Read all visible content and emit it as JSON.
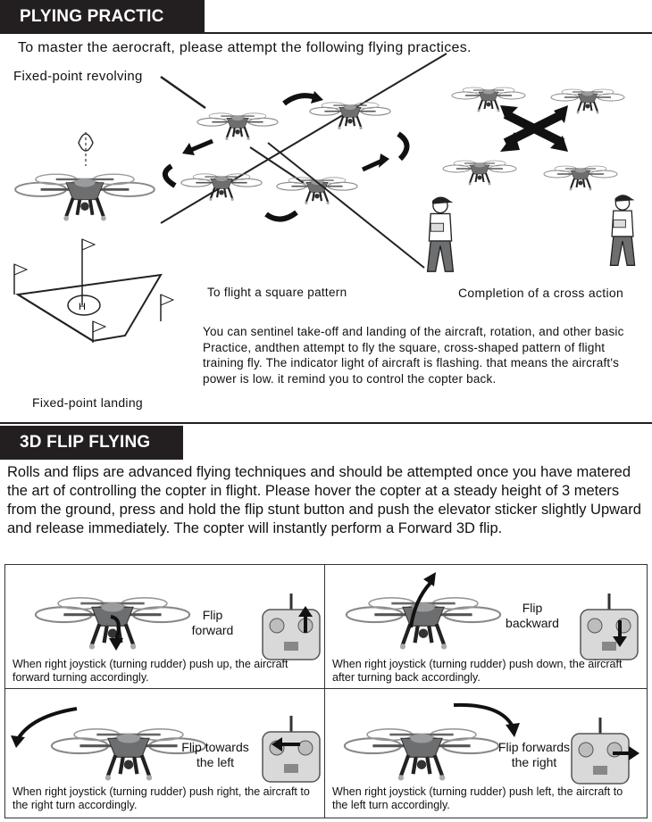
{
  "section1": {
    "title": "PLYING PRACTIC",
    "intro": "To master the aerocraft, please attempt the following flying practices.",
    "label_revolving": "Fixed-point revolving",
    "label_landing": "Fixed-point landing",
    "label_square": "To flight a square pattern",
    "label_cross": "Completion of a cross action",
    "helipad_mark": "H",
    "description": "You can sentinel take-off and landing of the aircraft, rotation, and other basic Practice, andthen attempt to fly the square, cross-shaped pattern of flight training fly. The indicator light of aircraft is flashing. that means the aircraft's power is low. it remind you to control the copter back."
  },
  "section2": {
    "title": "3D FLIP FLYING",
    "intro": "Rolls and flips are advanced flying techniques and should be attempted once you have matered the art of controlling the copter in flight. Please hover the copter at a steady height of 3 meters from the ground, press and hold the flip stunt button and push the elevator sticker slightly Upward and release immediately. The copter will instantly perform a Forward 3D flip.",
    "cells": [
      {
        "flip_label": "Flip forward",
        "caption": "When right joystick (turning rudder) push up, the aircraft forward turning accordingly."
      },
      {
        "flip_label": "Flip backward",
        "caption": "When right joystick (turning rudder) push down, the aircraft after turning back accordingly."
      },
      {
        "flip_label": "Flip towards the left",
        "caption": "When right joystick (turning rudder) push right, the aircraft to the right turn accordingly."
      },
      {
        "flip_label": "Flip forwards the right",
        "caption": "When right joystick (turning rudder) push left, the aircraft to the left turn accordingly."
      }
    ]
  },
  "colors": {
    "banner": "#231f20",
    "drone_body": "#6d6e70",
    "drone_light": "#c9cacb",
    "remote": "#d9d9d9"
  }
}
